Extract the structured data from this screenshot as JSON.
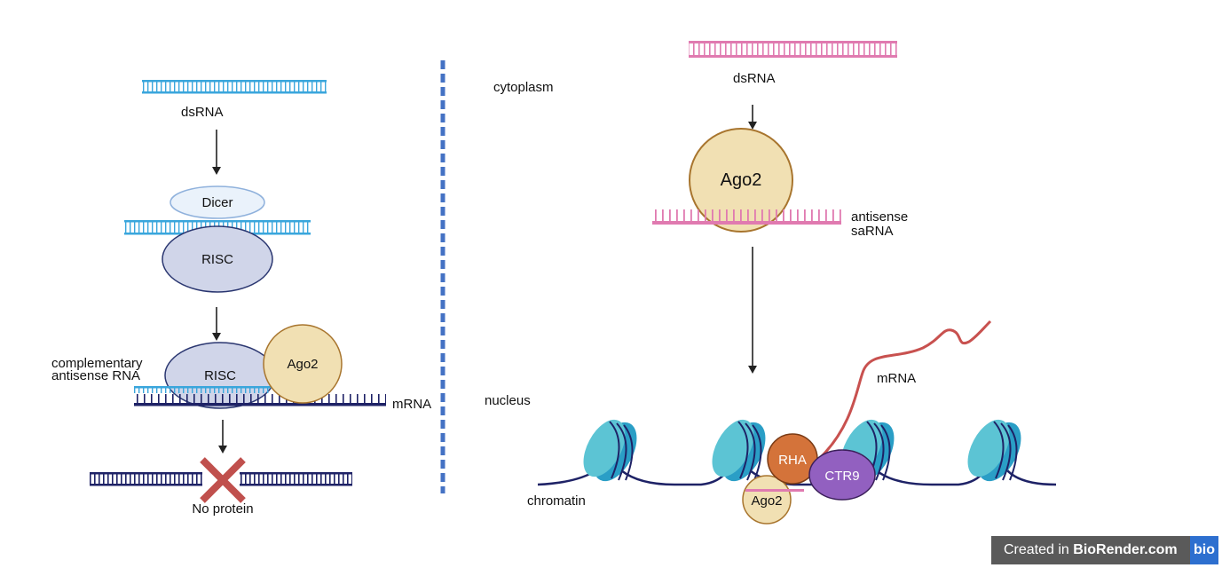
{
  "left": {
    "dsrna": "dsRNA",
    "dicer": "Dicer",
    "risc_1": "RISC",
    "risc_2": "RISC",
    "ago2": "Ago2",
    "complementary_line1": "complementary",
    "complementary_line2": "antisense RNA",
    "mrna": "mRNA",
    "no_protein": "No protein"
  },
  "right": {
    "cytoplasm": "cytoplasm",
    "nucleus": "nucleus",
    "dsrna": "dsRNA",
    "ago2": "Ago2",
    "antisense_line1": "antisense",
    "antisense_line2": "saRNA",
    "mrna": "mRNA",
    "chromatin": "chromatin",
    "rha": "RHA",
    "ctr9": "CTR9",
    "ago2_small": "Ago2"
  },
  "badge": {
    "prefix": "Created in ",
    "brand": "BioRender.com",
    "logo": "bio"
  },
  "colors": {
    "dsrna_blue": "#3aa6dc",
    "mrna_navy": "#1e2266",
    "sarna_pink": "#e07ab0",
    "risc_fill": "#d0d5e9",
    "ago2_fill": "#f1e0b3",
    "rha": "#d4733a",
    "ctr9": "#9260c0",
    "nucleosome": "#2ea0c8",
    "divider": "#4472c4",
    "mrna_red": "#c8514f"
  }
}
